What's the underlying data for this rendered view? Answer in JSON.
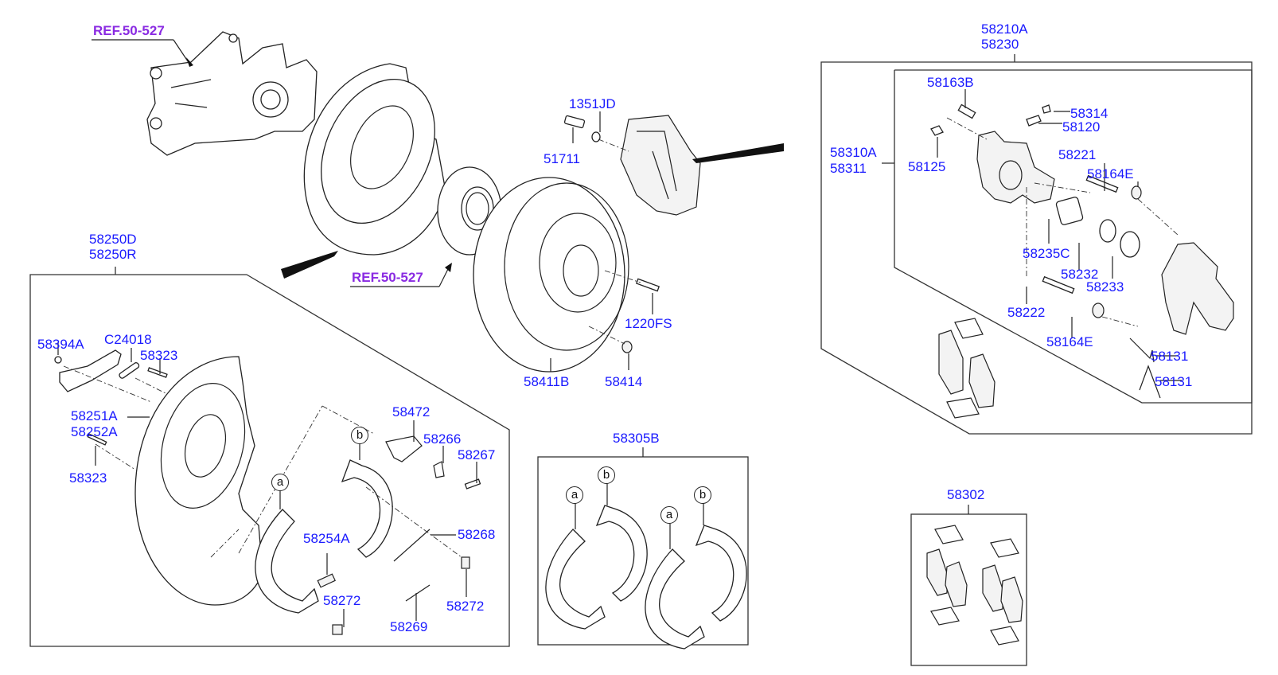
{
  "diagram": {
    "title": "Rear Brake Assembly Parts Diagram",
    "colors": {
      "part_label": "#1a1aff",
      "reference_label": "#8a2be2",
      "lines": "#222222"
    },
    "references": [
      {
        "id": "ref-top",
        "text": "REF.50-527"
      },
      {
        "id": "ref-hub",
        "text": "REF.50-527"
      }
    ],
    "labels": {
      "caliper_assembly": [
        "58210A",
        "58230"
      ],
      "caliper_body": [
        "58310A",
        "58311"
      ],
      "backing_plate_group": [
        "58250D",
        "58250R"
      ],
      "backing_plate": [
        "58251A",
        "58252A"
      ],
      "bolt_51711": "51711",
      "washer_1351JD": "1351JD",
      "disc_58411B": "58411B",
      "screw_1220FS": "1220FS",
      "nut_58414": "58414",
      "bolt_58163B": "58163B",
      "cap_58314": "58314",
      "bleeder_58120": "58120",
      "bolt_58125": "58125",
      "pin_58221": "58221",
      "boot_58164E_top": "58164E",
      "piston_58235C": "58235C",
      "seal_58232": "58232",
      "boot_58233": "58233",
      "pin_58222": "58222",
      "boot_58164E_bottom": "58164E",
      "spring_58131_a": "58131",
      "spring_58131_b": "58131",
      "bolt_58394A": "58394A",
      "bracket_C24018": "C24018",
      "pin_58323_top": "58323",
      "pin_58323_bottom": "58323",
      "lever_58472": "58472",
      "clip_58266": "58266",
      "bolt_58267": "58267",
      "spring_58268": "58268",
      "adjuster_58254A": "58254A",
      "clip_58272_left": "58272",
      "clip_58272_right": "58272",
      "spring_58269": "58269",
      "shoe_kit_58305B": "58305B",
      "pad_kit_58302": "58302"
    },
    "callouts": {
      "a": "a",
      "b": "b"
    }
  }
}
